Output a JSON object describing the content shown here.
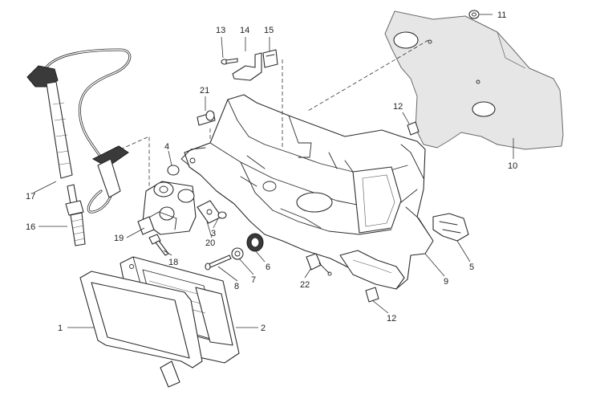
{
  "diagram": {
    "callouts": [
      {
        "id": "c1",
        "text": "1"
      },
      {
        "id": "c2",
        "text": "2"
      },
      {
        "id": "c3",
        "text": "3"
      },
      {
        "id": "c4",
        "text": "4"
      },
      {
        "id": "c5",
        "text": "5"
      },
      {
        "id": "c6",
        "text": "6"
      },
      {
        "id": "c7",
        "text": "7"
      },
      {
        "id": "c8",
        "text": "8"
      },
      {
        "id": "c9",
        "text": "9"
      },
      {
        "id": "c10",
        "text": "10"
      },
      {
        "id": "c11",
        "text": "11"
      },
      {
        "id": "c12a",
        "text": "12"
      },
      {
        "id": "c12b",
        "text": "12"
      },
      {
        "id": "c13",
        "text": "13"
      },
      {
        "id": "c14",
        "text": "14"
      },
      {
        "id": "c15",
        "text": "15"
      },
      {
        "id": "c16",
        "text": "16"
      },
      {
        "id": "c17",
        "text": "17"
      },
      {
        "id": "c18",
        "text": "18"
      },
      {
        "id": "c19",
        "text": "19"
      },
      {
        "id": "c20",
        "text": "20"
      },
      {
        "id": "c21",
        "text": "21"
      },
      {
        "id": "c22",
        "text": "22"
      }
    ],
    "colors": {
      "line": "#2b2b2b",
      "cover_fill": "#e6e6e6",
      "background": "#ffffff"
    }
  }
}
